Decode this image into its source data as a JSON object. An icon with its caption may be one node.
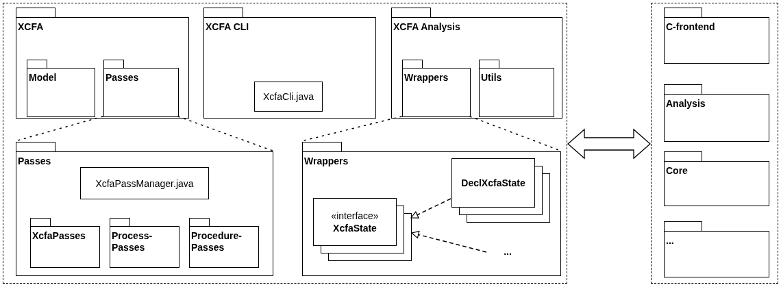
{
  "diagram": {
    "nodes": [
      {
        "text": [],
        "shape": "box"
      },
      {
        "text": [
          "XCFA"
        ],
        "in": 0
      },
      {
        "text": [
          "Model"
        ],
        "in": 1
      },
      {
        "text": [
          "Passes"
        ],
        "in": 1
      },
      {
        "text": [
          "XCFA CLI"
        ],
        "in": 0
      },
      {
        "text": [
          "XcfaCli.java"
        ],
        "in": 4
      },
      {
        "text": [
          "XCFA Analysis"
        ],
        "in": 0
      },
      {
        "text": [
          "Wrappers"
        ],
        "in": 6
      },
      {
        "text": [
          "Utils"
        ],
        "in": 6
      },
      {
        "text": [
          "Passes"
        ],
        "in": 0
      },
      {
        "text": [
          "XcfaPassManager.java"
        ],
        "in": 9
      },
      {
        "text": [
          "XcfaPasses"
        ],
        "in": 9
      },
      {
        "text": [
          "Process- Passes"
        ],
        "in": 9
      },
      {
        "text": [
          "Procedure- Passes"
        ],
        "in": 9
      },
      {
        "text": [
          "Wrappers"
        ],
        "in": 0
      },
      {
        "text": [
          "DeclXcfaState"
        ],
        "in": 14
      },
      {
        "text": [
          "«interface»",
          "XcfaState"
        ],
        "in": 14
      },
      {
        "text": [
          "..."
        ],
        "in": 14
      },
      {
        "text": [],
        "shape": "box"
      },
      {
        "text": [
          "C-frontend"
        ],
        "in": 18
      },
      {
        "text": [
          "Analysis"
        ],
        "in": 18
      },
      {
        "text": [
          "Core"
        ],
        "in": 18
      },
      {
        "text": [
          "..."
        ],
        "in": 18
      }
    ],
    "edges": [
      {
        "from": 3,
        "to": 9,
        "arrow": "none",
        "style": "dashed"
      },
      {
        "from": 3,
        "to": 9,
        "arrow": "none",
        "style": "dashed"
      },
      {
        "from": 7,
        "to": 14,
        "arrow": "none",
        "style": "dashed"
      },
      {
        "from": 7,
        "to": 14,
        "arrow": "none",
        "style": "dashed"
      },
      {
        "from": 0,
        "to": 18,
        "arrow": "both"
      },
      {
        "from": 15,
        "to": 16,
        "arrow": "to",
        "style": "dashed"
      },
      {
        "from": 17,
        "to": 16,
        "arrow": "to",
        "style": "dashed"
      }
    ]
  }
}
